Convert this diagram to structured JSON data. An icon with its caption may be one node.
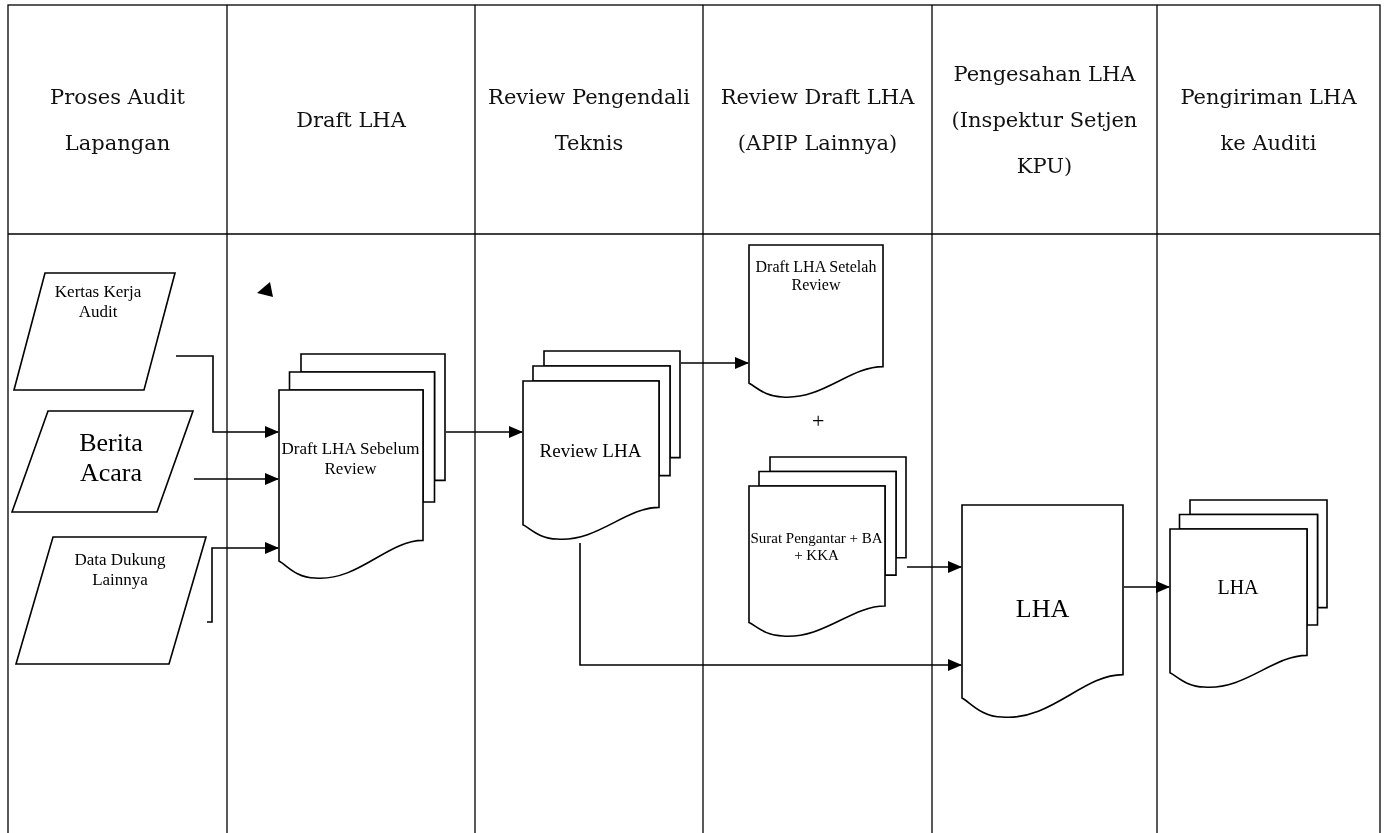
{
  "diagram": {
    "nodes": [
      {
        "text": [
          "Kertas Kerja Audit"
        ]
      },
      {
        "text": [
          "Berita Acara"
        ]
      },
      {
        "text": [
          "Data Dukung Lainnya"
        ]
      },
      {
        "text": [
          "Draft LHA Sebelum Review"
        ]
      },
      {
        "text": [
          "Review LHA"
        ]
      },
      {
        "text": [
          "Draft LHA Setelah Review"
        ]
      },
      {
        "text": [
          "Surat Pengantar + BA + KKA"
        ]
      },
      {
        "text": [
          "LHA"
        ]
      },
      {
        "text": [
          "LHA"
        ]
      }
    ],
    "edges": [
      {
        "from": 0,
        "to": 3,
        "arrow": "to"
      },
      {
        "from": 1,
        "to": 3,
        "arrow": "to"
      },
      {
        "from": 2,
        "to": 3,
        "arrow": "to"
      },
      {
        "from": 3,
        "to": 4,
        "arrow": "to"
      },
      {
        "from": 4,
        "to": 5,
        "arrow": "to"
      },
      {
        "from": 6,
        "to": 7,
        "arrow": "to"
      },
      {
        "from": 4,
        "to": 7,
        "arrow": "to"
      },
      {
        "from": 7,
        "to": 8,
        "arrow": "to"
      }
    ],
    "labels": [
      "Proses Audit Lapangan",
      "Draft LHA",
      "Review Pengendali Teknis",
      "Review Draft LHA (APIP Lainnya)",
      "Pengesahan LHA (Inspektur Setjen KPU)",
      "Pengiriman LHA ke Auditi",
      "+"
    ]
  }
}
